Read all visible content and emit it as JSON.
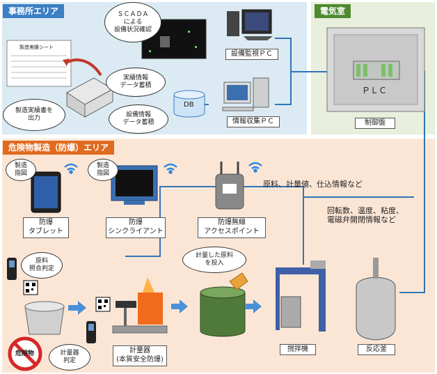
{
  "zones": {
    "office": "事務所エリア",
    "electrical": "電気室",
    "hazardous": "危険物製造（防爆）エリア"
  },
  "office": {
    "sheet_title": "製造実績シート",
    "printer_bubble": "製造実績書を\n出力",
    "scada_bubble": "ＳＣＡＤＡ\nによる\n設備状況確認",
    "db_label": "DB",
    "db_bubble_top": "実績情報\nデータ蓄積",
    "db_bubble_bottom": "設備情報\nデータ蓄積",
    "monitor_pc": "設備監視ＰＣ",
    "collect_pc": "情報収集ＰＣ"
  },
  "electrical": {
    "plc": "ＰＬＣ",
    "panel": "制御盤"
  },
  "hazardous": {
    "tablet_bubble": "製造\n指図",
    "tablet_label": "防爆\nタブレット",
    "thin_bubble": "製造\n指図",
    "thin_label": "防爆\nシンクライアント",
    "ap_label": "防爆無線\nアクセスポイント",
    "ap_info": "原料、計量値、仕込情報など",
    "plc_info": "回転数、温度、粘度、\n電磁弁開閉情報など",
    "material_bubble": "原料\n照合判定",
    "scale_bubble": "計量器\n判定",
    "charge_bubble": "計量した原料\nを投入",
    "scale_label": "計量器\n(本質安全防爆)",
    "mixer_label": "撹拌機",
    "reactor_label": "反応釜",
    "hazmat_sign": "危険物"
  },
  "colors": {
    "office_bg": "#dbeaf3",
    "electrical_bg": "#e8efdc",
    "hazard_bg": "#fbe6d6",
    "link_line": "#2e75b6",
    "arrow": "#4a90d9"
  }
}
